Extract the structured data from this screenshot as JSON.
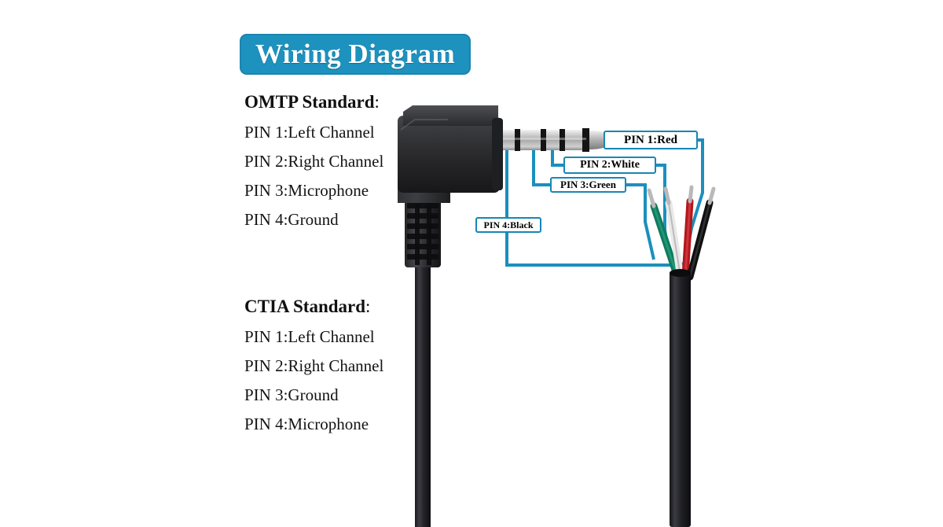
{
  "title": {
    "text": "Wiring Diagram",
    "banner_color": "#1d92bf",
    "text_color": "#ffffff"
  },
  "standards": [
    {
      "id": "omtp",
      "heading": "OMTP Standard",
      "heading_colon": ":",
      "pins": [
        "PIN 1:Left Channel",
        "PIN 2:Right Channel",
        "PIN 3:Microphone",
        "PIN 4:Ground"
      ]
    },
    {
      "id": "ctia",
      "heading": "CTIA Standard",
      "heading_colon": ":",
      "pins": [
        "PIN 1:Left Channel",
        "PIN 2:Right Channel",
        "PIN 3:Ground",
        "PIN 4:Microphone"
      ]
    }
  ],
  "callouts": [
    {
      "id": "pin1",
      "label": "PIN 1:Red",
      "wire_color": "#b3161c"
    },
    {
      "id": "pin2",
      "label": "PIN 2:White",
      "wire_color": "#e8e8e8"
    },
    {
      "id": "pin3",
      "label": "PIN 3:Green",
      "wire_color": "#0f7a5e"
    },
    {
      "id": "pin4",
      "label": "PIN 4:Black",
      "wire_color": "#101010"
    }
  ],
  "colors": {
    "leader_line": "#1b8fbe",
    "callout_border": "#1787b4",
    "plug_body": "#2e2e30",
    "cable_jacket": "#1a1a1e",
    "contact_metal": "#c9c9c9",
    "background": "#ffffff"
  },
  "connector": {
    "type": "3.5mm TRRS right-angle plug",
    "contacts": 4
  }
}
